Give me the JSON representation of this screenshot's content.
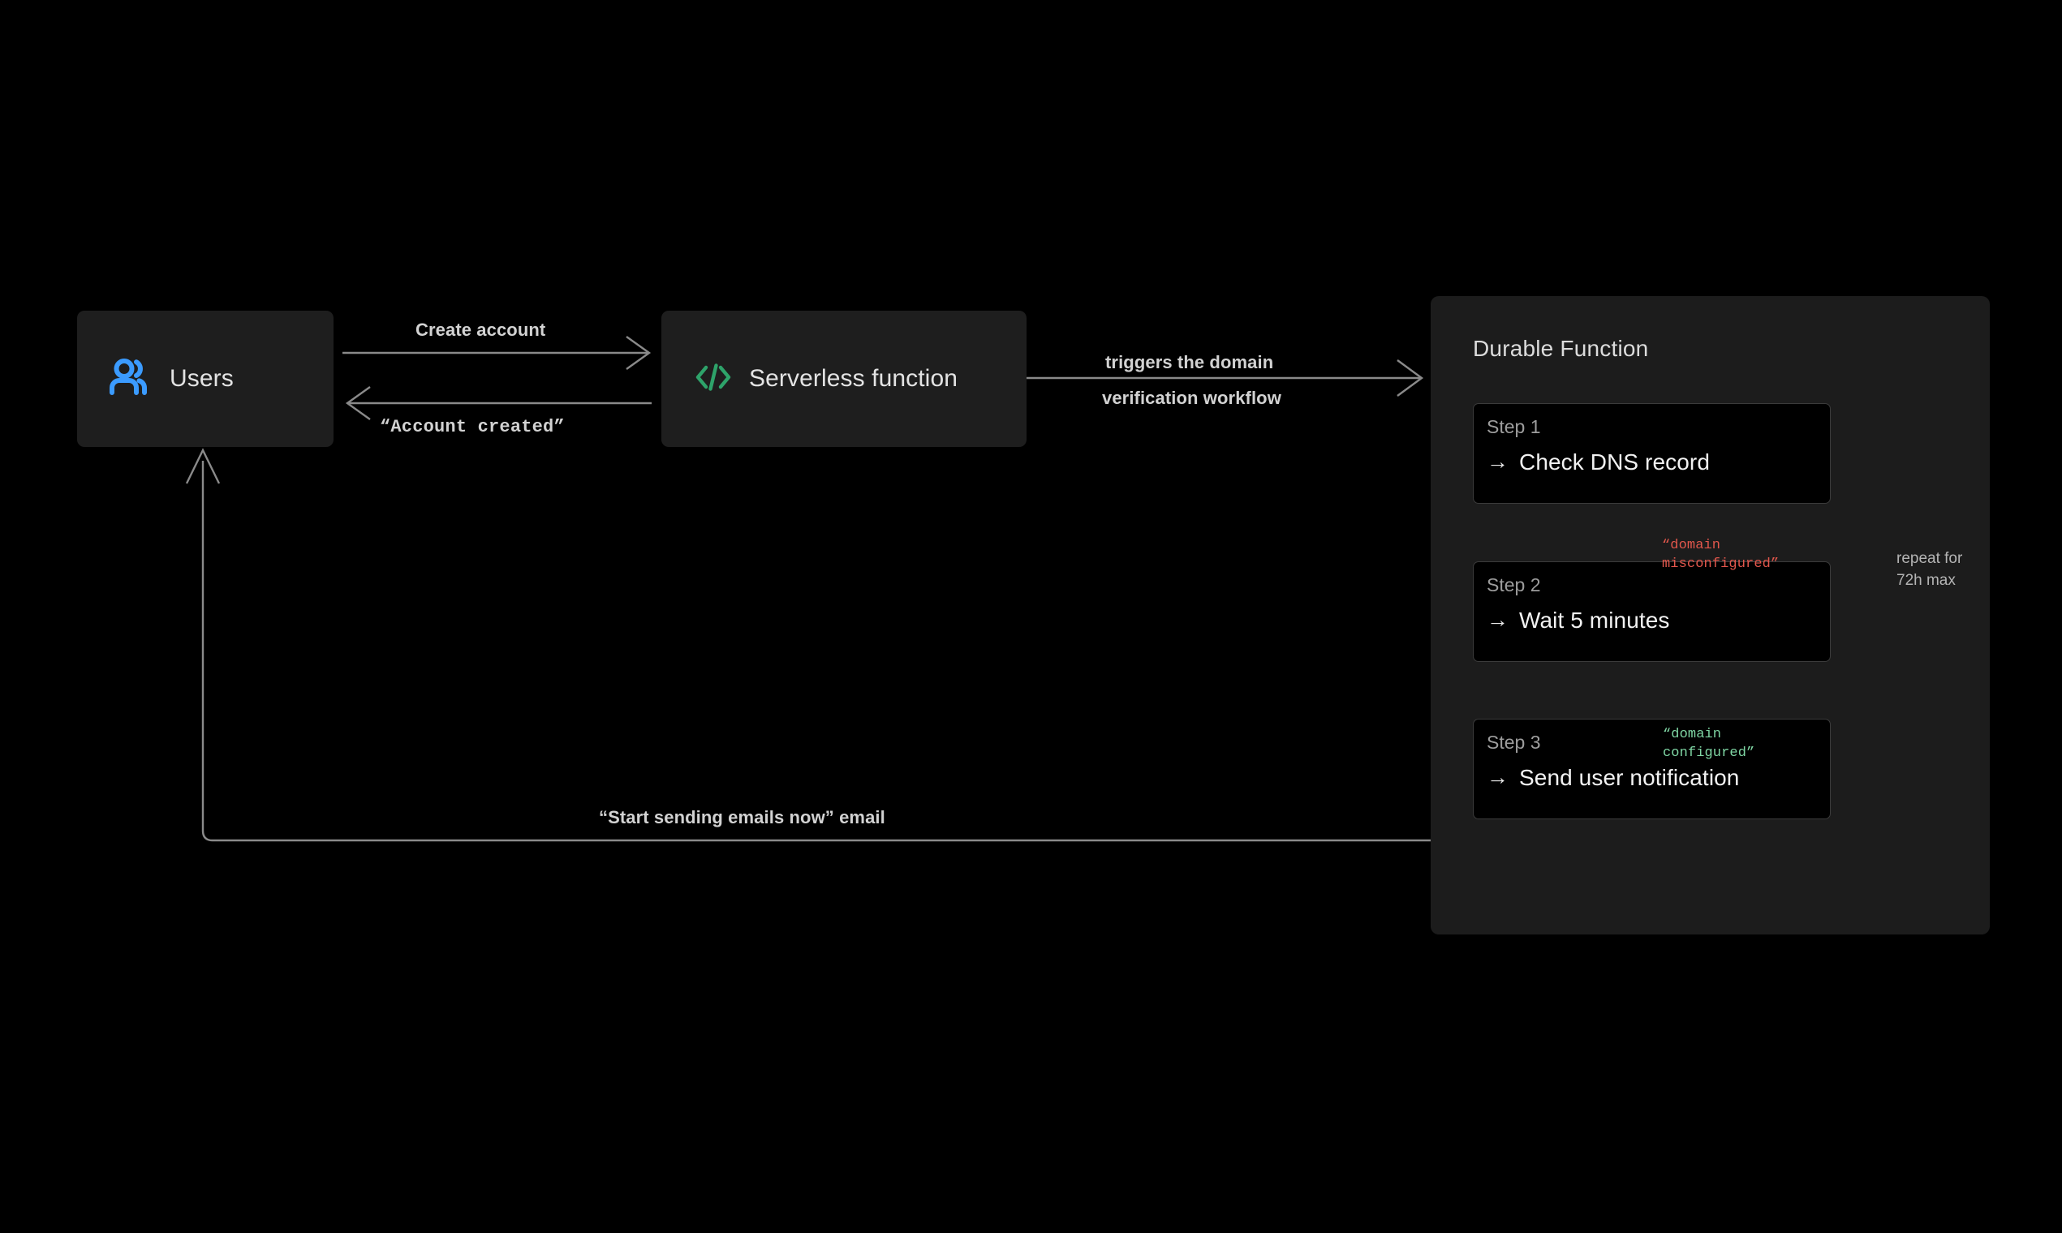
{
  "diagram": {
    "background_color": "#000000",
    "edge_color": "#8a8a8a",
    "nodes": {
      "users": {
        "label": "Users",
        "icon": "users-icon",
        "icon_color": "#3b9bff",
        "fill": "#1e1e1e"
      },
      "serverless": {
        "label": "Serverless function",
        "icon": "code-brackets-icon",
        "icon_color": "#2ea36a",
        "fill": "#1e1e1e"
      }
    },
    "panel": {
      "title": "Durable Function",
      "fill": "#1c1c1c",
      "steps": [
        {
          "number": "Step 1",
          "arrow": "→",
          "text": "Check DNS record"
        },
        {
          "number": "Step 2",
          "arrow": "→",
          "text": "Wait 5 minutes"
        },
        {
          "number": "Step 3",
          "arrow": "→",
          "text": "Send user notification"
        }
      ]
    },
    "edges": {
      "create_account": "Create account",
      "account_created": "“Account created”",
      "triggers_line1": "triggers the domain",
      "triggers_line2": "verification workflow",
      "start_sending": "“Start sending emails now” email",
      "domain_misconfigured_line1": "“domain",
      "domain_misconfigured_line2": "misconfigured”",
      "domain_misconfigured_color": "#e2574c",
      "domain_configured_line1": "“domain",
      "domain_configured_line2": "configured”",
      "domain_configured_color": "#7fd6a4",
      "repeat_line1": "repeat for",
      "repeat_line2": "72h max"
    }
  }
}
